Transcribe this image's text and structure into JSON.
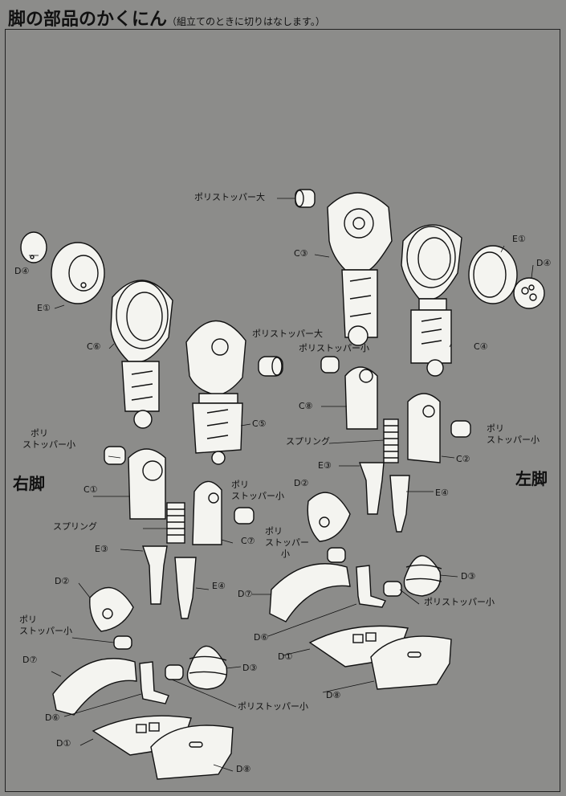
{
  "title": "脚の部品のかくにん",
  "subtitle": "（組立てのときに切りはなします。）",
  "side_right": "右脚",
  "side_left": "左脚",
  "labels": {
    "poly_dai_top": "ポリストッパー大",
    "c3": "C③",
    "e1_right": "E①",
    "d4_right": "D④",
    "d4_left": "D④",
    "e1_left": "E①",
    "c6": "C⑥",
    "poly_dai_mid": "ポリストッパー大",
    "poly_sho_mid": "ポリストッパー小",
    "c4": "C④",
    "c8": "C⑧",
    "c5": "C⑤",
    "poly_sho_right_a1": "ポリ",
    "poly_sho_right_a2": "ストッパー小",
    "spring_left": "スプリング",
    "poly_sho_left_b1": "ポリ",
    "poly_sho_left_b2": "ストッパー小",
    "c2": "C②",
    "e3_left": "E③",
    "c1": "C①",
    "poly_sho_c1": "ポリ",
    "poly_sho_c2": "ストッパー小",
    "d2_left": "D②",
    "e4_left": "E④",
    "spring_right": "スプリング",
    "c7": "C⑦",
    "poly_sho_d1": "ポリ",
    "poly_sho_d2": "ストッパー",
    "poly_sho_d3": "小",
    "e3_right": "E③",
    "d3_left": "D③",
    "e4_right": "E④",
    "d7_left": "D⑦",
    "poly_sho_e": "ポリストッパー小",
    "d2_right": "D②",
    "d6_left": "D⑥",
    "d1_left": "D①",
    "poly_sho_f1": "ポリ",
    "poly_sho_f2": "ストッパー小",
    "d8_left": "D⑧",
    "d7_right": "D⑦",
    "d3_right": "D③",
    "d6_right": "D⑥",
    "poly_sho_g": "ポリストッパー小",
    "d1_right": "D①",
    "d8_right": "D⑧"
  }
}
